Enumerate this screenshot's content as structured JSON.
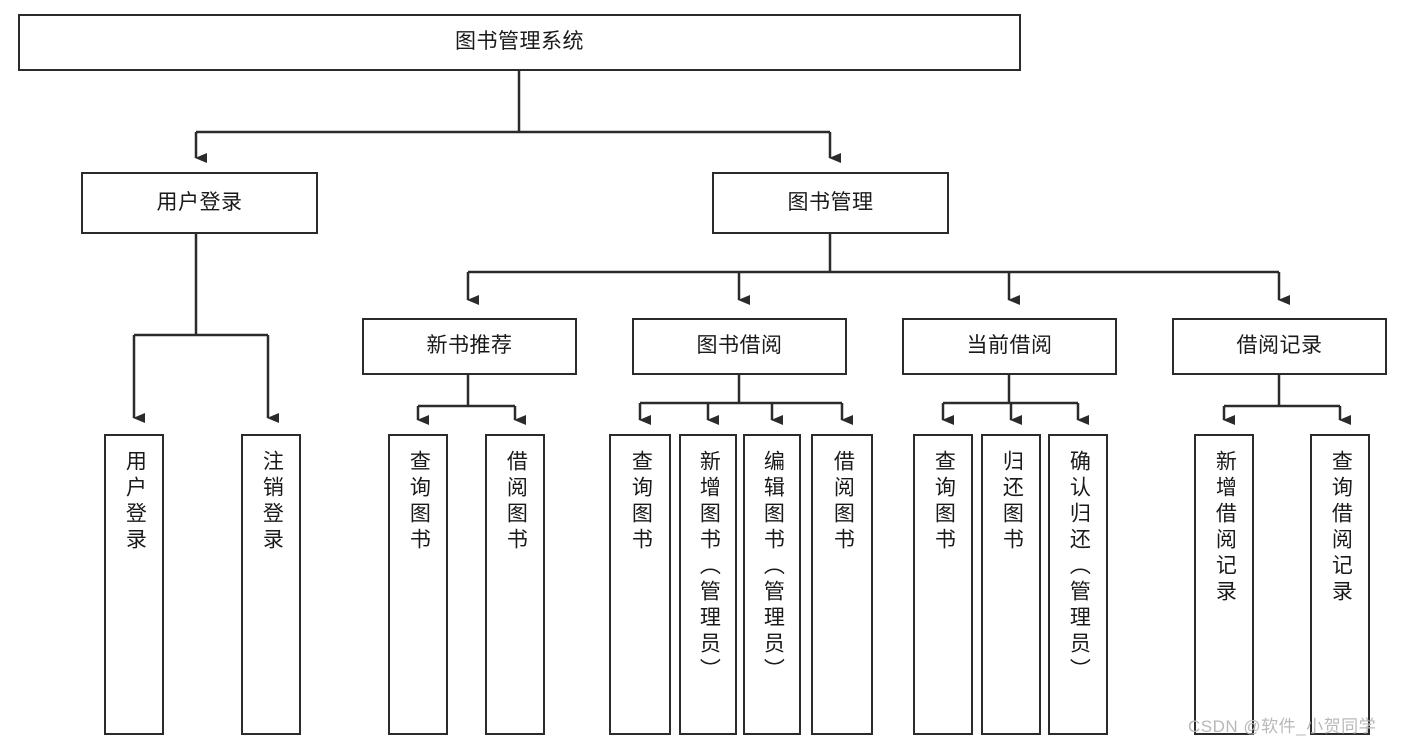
{
  "diagram": {
    "type": "tree",
    "title": "图书管理系统",
    "watermark": "CSDN @软件_小贺同学",
    "colors": {
      "box_border": "#2b2b2b",
      "box_fill": "#ffffff",
      "edge": "#2b2b2b",
      "text": "#1a1a1a",
      "watermark": "#b9b9b9",
      "background": "#ffffff"
    },
    "levels": {
      "root": {
        "label": "图书管理系统"
      },
      "level2": [
        {
          "label": "用户登录"
        },
        {
          "label": "图书管理"
        }
      ],
      "level3": [
        {
          "label": "新书推荐"
        },
        {
          "label": "图书借阅"
        },
        {
          "label": "当前借阅"
        },
        {
          "label": "借阅记录"
        }
      ],
      "leaves": {
        "user_login": [
          {
            "label": "用户登录"
          },
          {
            "label": "注销登录"
          }
        ],
        "new_book_recommend": [
          {
            "label": "查询图书"
          },
          {
            "label": "借阅图书"
          }
        ],
        "book_borrow": [
          {
            "label": "查询图书"
          },
          {
            "label": "新增图书（管理员）"
          },
          {
            "label": "编辑图书（管理员）"
          },
          {
            "label": "借阅图书"
          }
        ],
        "current_borrow": [
          {
            "label": "查询图书"
          },
          {
            "label": "归还图书"
          },
          {
            "label": "确认归还（管理员）"
          }
        ],
        "borrow_record": [
          {
            "label": "新增借阅记录"
          },
          {
            "label": "查询借阅记录"
          }
        ]
      }
    }
  }
}
